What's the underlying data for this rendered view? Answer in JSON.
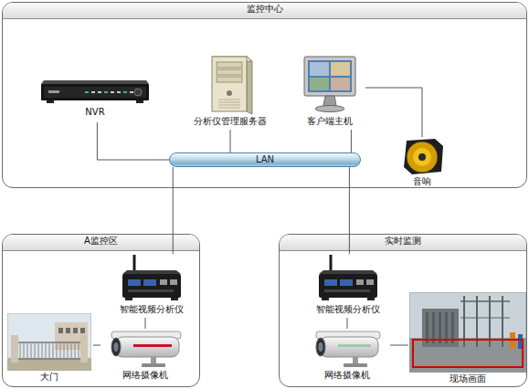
{
  "diagram": {
    "nodes": [
      {
        "text": [
          "监控中心"
        ]
      },
      {
        "text": [
          "NVR"
        ],
        "in": 0
      },
      {
        "text": [
          "分析仪管理服务器"
        ],
        "in": 0
      },
      {
        "text": [
          "客户端主机"
        ],
        "in": 0
      },
      {
        "text": [
          "音响"
        ],
        "in": 0
      },
      {
        "text": [
          "LAN"
        ],
        "in": 0
      },
      {
        "text": [
          "A监控区"
        ]
      },
      {
        "text": [
          "智能视频分析仪"
        ],
        "in": 6
      },
      {
        "text": [
          "大门"
        ],
        "in": 6
      },
      {
        "text": [
          "网络摄像机"
        ],
        "in": 6
      },
      {
        "text": [
          "实时监测"
        ]
      },
      {
        "text": [
          "智能视频分析仪"
        ],
        "in": 10
      },
      {
        "text": [
          "网络摄像机"
        ],
        "in": 10
      },
      {
        "text": [
          "现场画面"
        ],
        "in": 10
      }
    ],
    "edges": [
      {
        "from": 1,
        "to": 5,
        "arrow": "none"
      },
      {
        "from": 2,
        "to": 5,
        "arrow": "none"
      },
      {
        "from": 3,
        "to": 5,
        "arrow": "none"
      },
      {
        "from": 3,
        "to": 4,
        "arrow": "none"
      },
      {
        "from": 5,
        "to": 7,
        "arrow": "none"
      },
      {
        "from": 5,
        "to": 11,
        "arrow": "none"
      },
      {
        "from": 7,
        "to": 9,
        "arrow": "none"
      },
      {
        "from": 9,
        "to": 8,
        "arrow": "none"
      },
      {
        "from": 11,
        "to": 12,
        "arrow": "none"
      },
      {
        "from": 12,
        "to": 13,
        "arrow": "none"
      }
    ]
  }
}
